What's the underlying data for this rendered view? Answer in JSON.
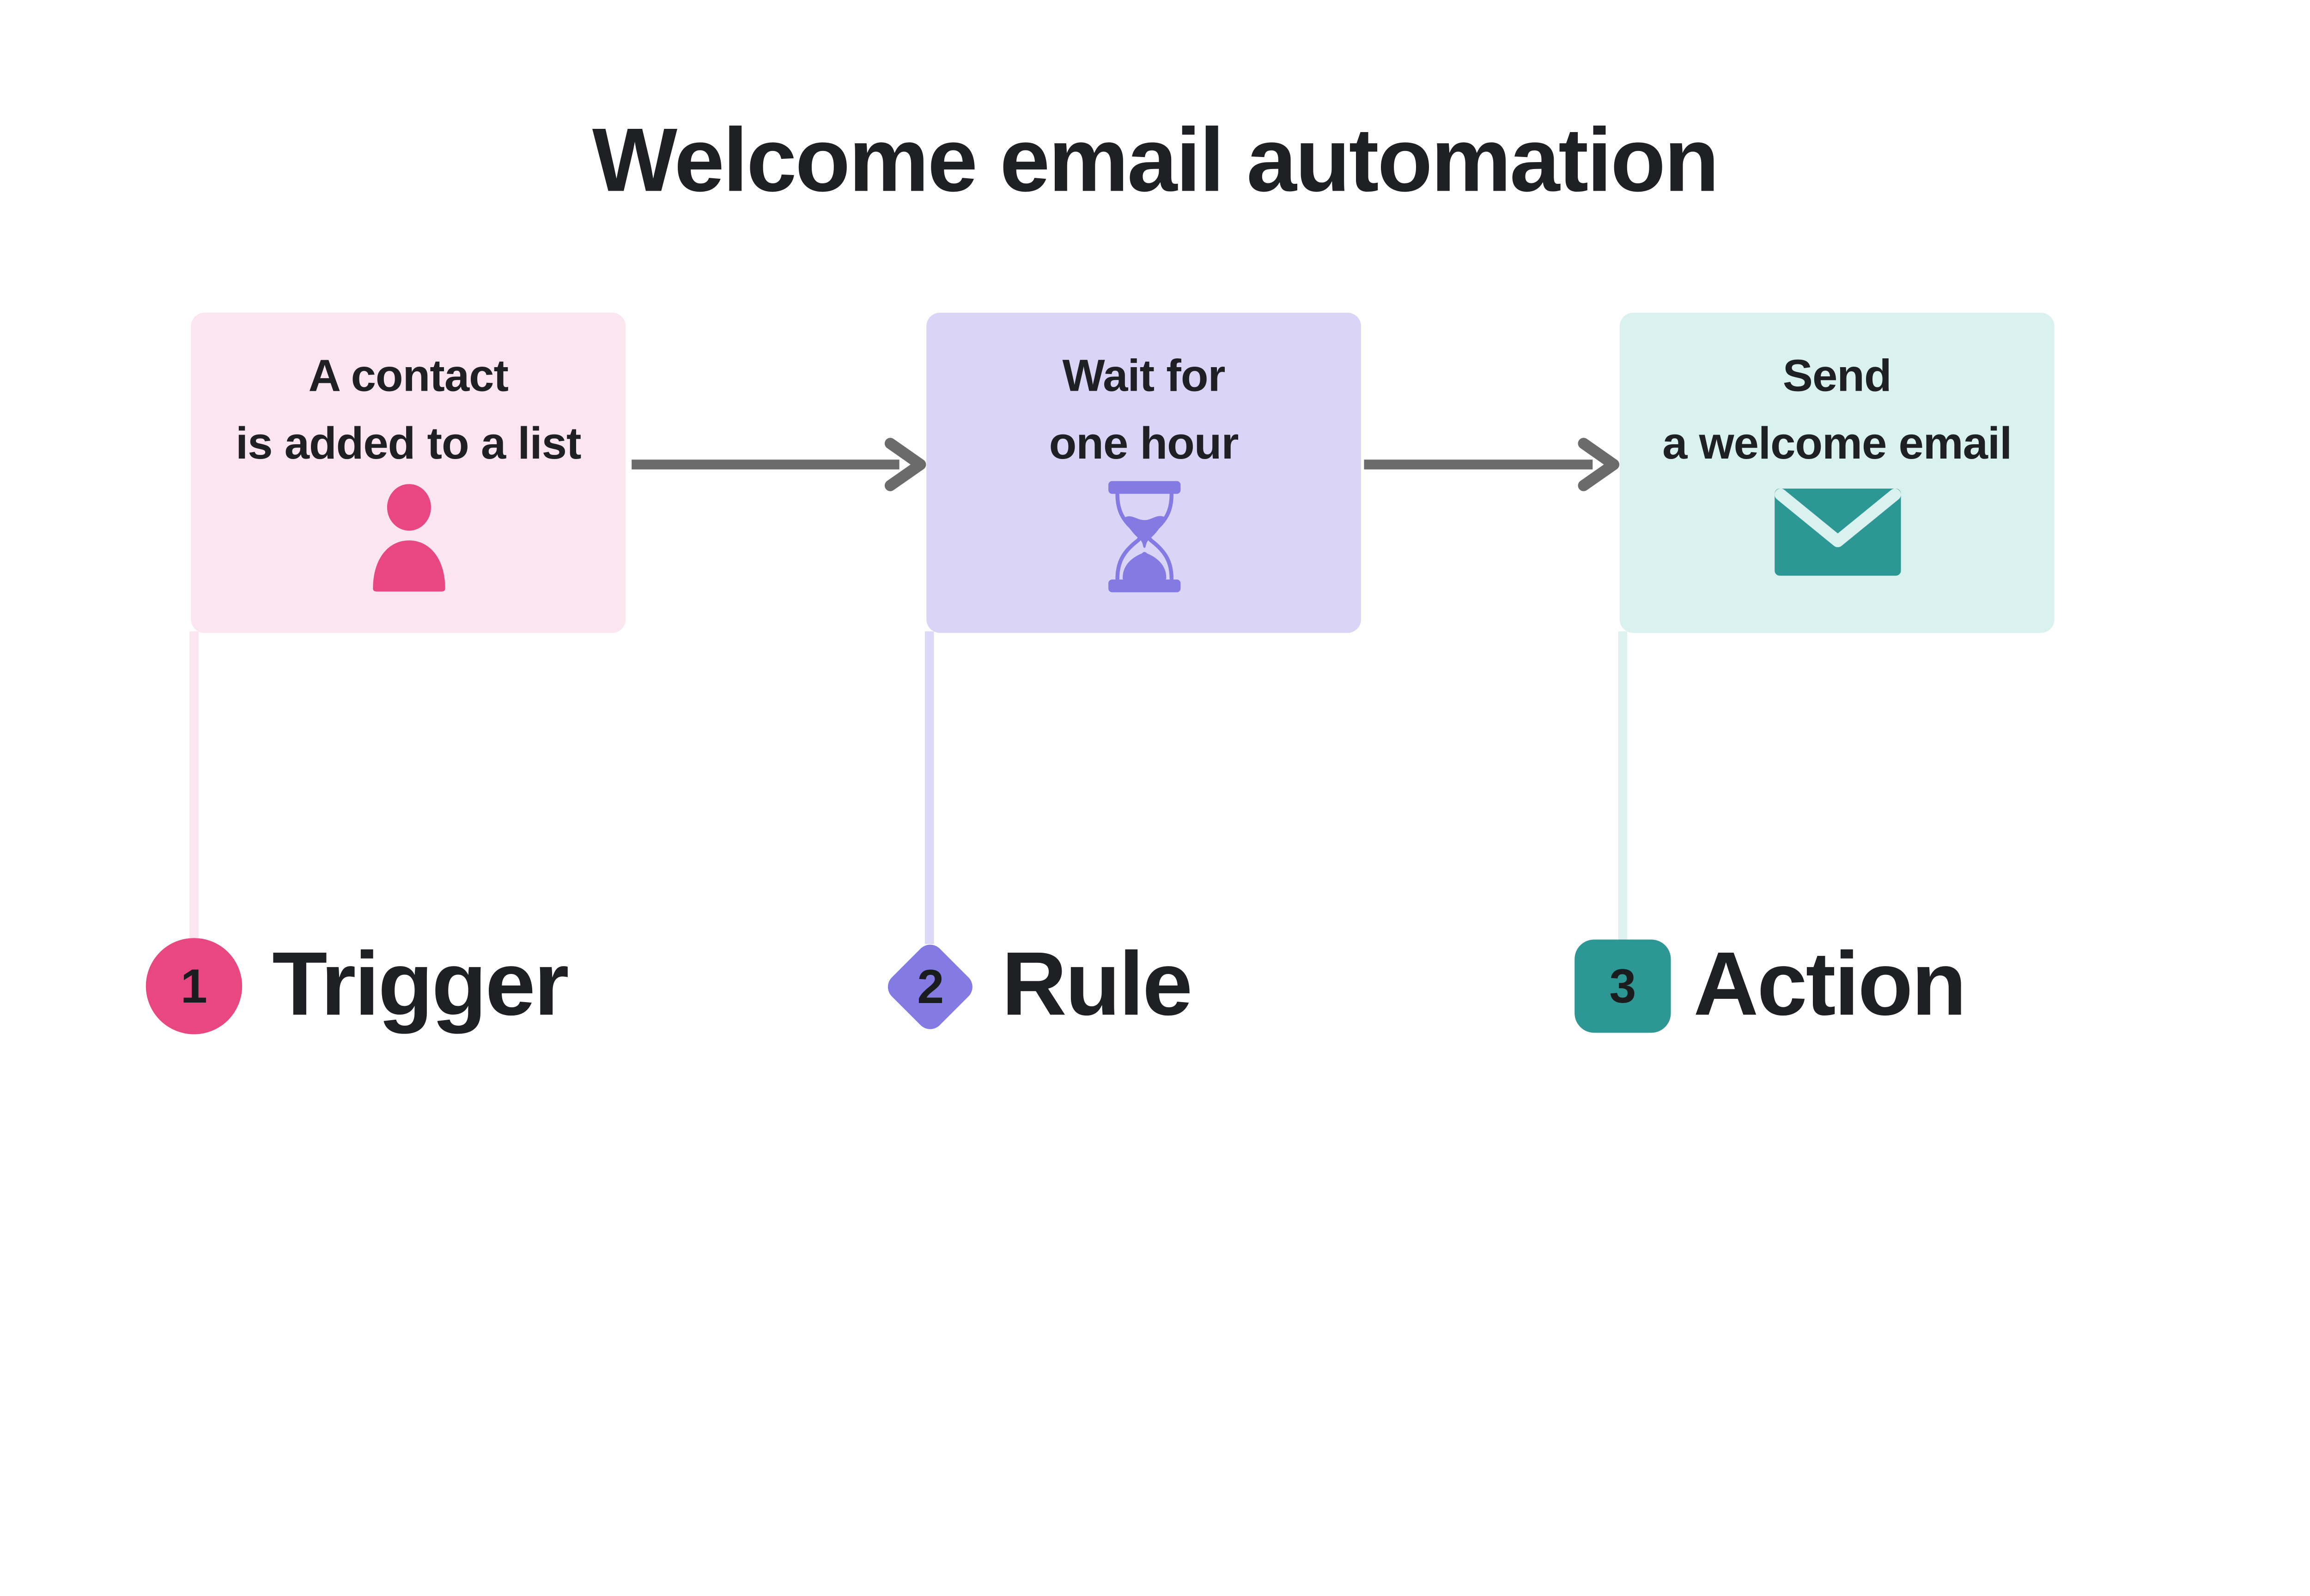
{
  "title": "Welcome email automation",
  "colors": {
    "background": "#FFFFFF",
    "text": "#1F2023",
    "digits": "#1B1C1E",
    "arrow": "#6B6B6B"
  },
  "steps": [
    {
      "number": "1",
      "category": "Trigger",
      "card_text_line1": "A contact",
      "card_text_line2": "is added to a list",
      "icon": "person-icon",
      "marker_shape": "circle",
      "card_bg": "#FBE5EE",
      "accent": "#E8477F",
      "connector": "#FAE6EF"
    },
    {
      "number": "2",
      "category": "Rule",
      "card_text_line1": "Wait for",
      "card_text_line2": "one hour",
      "icon": "hourglass-icon",
      "marker_shape": "diamond",
      "card_bg": "#DAD5F6",
      "accent": "#837AE3",
      "connector": "#DCD8F7"
    },
    {
      "number": "3",
      "category": "Action",
      "card_text_line1": "Send",
      "card_text_line2": "a welcome email",
      "icon": "envelope-icon",
      "marker_shape": "square",
      "card_bg": "#D9F1EF",
      "accent": "#2C9794",
      "connector": "#DEF2F0"
    }
  ]
}
